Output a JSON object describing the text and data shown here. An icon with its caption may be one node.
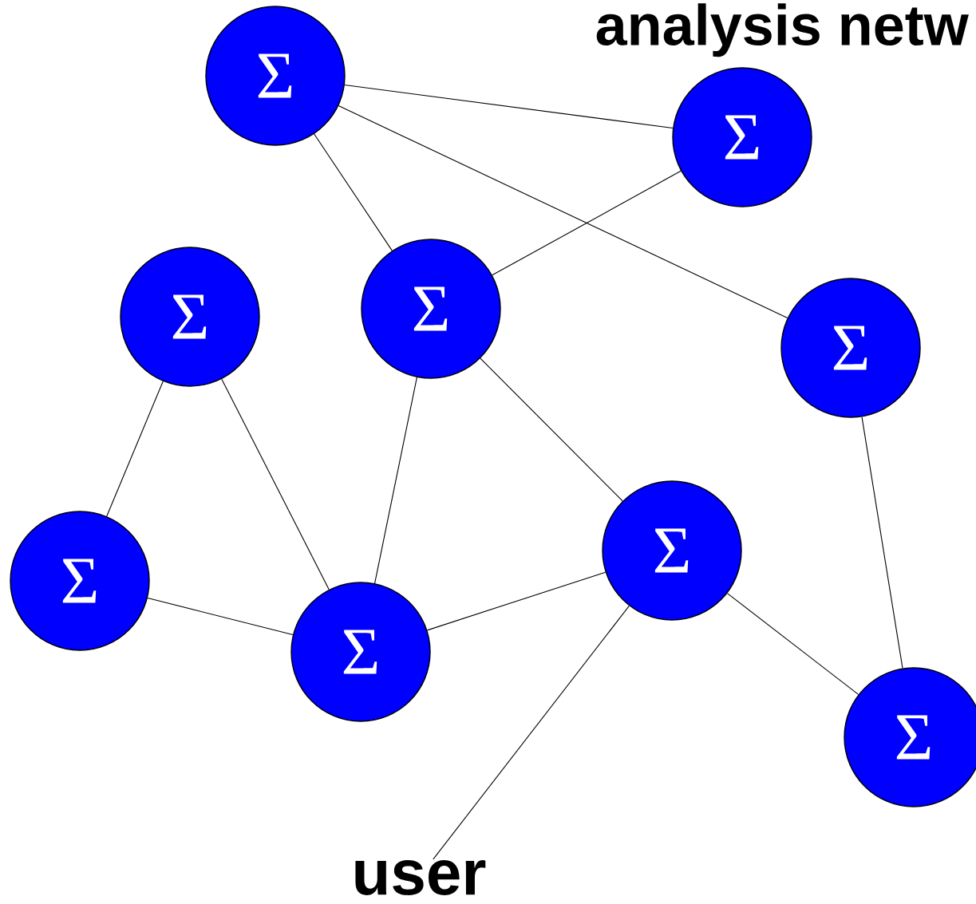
{
  "diagram": {
    "title": "analysis netw",
    "nodes": [
      {
        "text": [
          "Σ"
        ]
      },
      {
        "text": [
          "Σ"
        ]
      },
      {
        "text": [
          "Σ"
        ]
      },
      {
        "text": [
          "Σ"
        ]
      },
      {
        "text": [
          "Σ"
        ]
      },
      {
        "text": [
          "Σ"
        ]
      },
      {
        "text": [
          "Σ"
        ]
      },
      {
        "text": [
          "Σ"
        ]
      },
      {
        "text": [
          "Σ"
        ]
      },
      {
        "text": [
          "user"
        ]
      }
    ],
    "edges": [
      {
        "from": 0,
        "to": 1,
        "arrow": "none"
      },
      {
        "from": 0,
        "to": 3,
        "arrow": "none"
      },
      {
        "from": 0,
        "to": 4,
        "arrow": "none"
      },
      {
        "from": 1,
        "to": 3,
        "arrow": "none"
      },
      {
        "from": 2,
        "to": 6,
        "arrow": "none"
      },
      {
        "from": 2,
        "to": 7,
        "arrow": "none"
      },
      {
        "from": 3,
        "to": 7,
        "arrow": "none"
      },
      {
        "from": 3,
        "to": 5,
        "arrow": "none"
      },
      {
        "from": 6,
        "to": 7,
        "arrow": "none"
      },
      {
        "from": 7,
        "to": 5,
        "arrow": "none"
      },
      {
        "from": 5,
        "to": 8,
        "arrow": "none"
      },
      {
        "from": 4,
        "to": 8,
        "arrow": "none"
      },
      {
        "from": 9,
        "to": 5,
        "arrow": "none"
      }
    ]
  }
}
